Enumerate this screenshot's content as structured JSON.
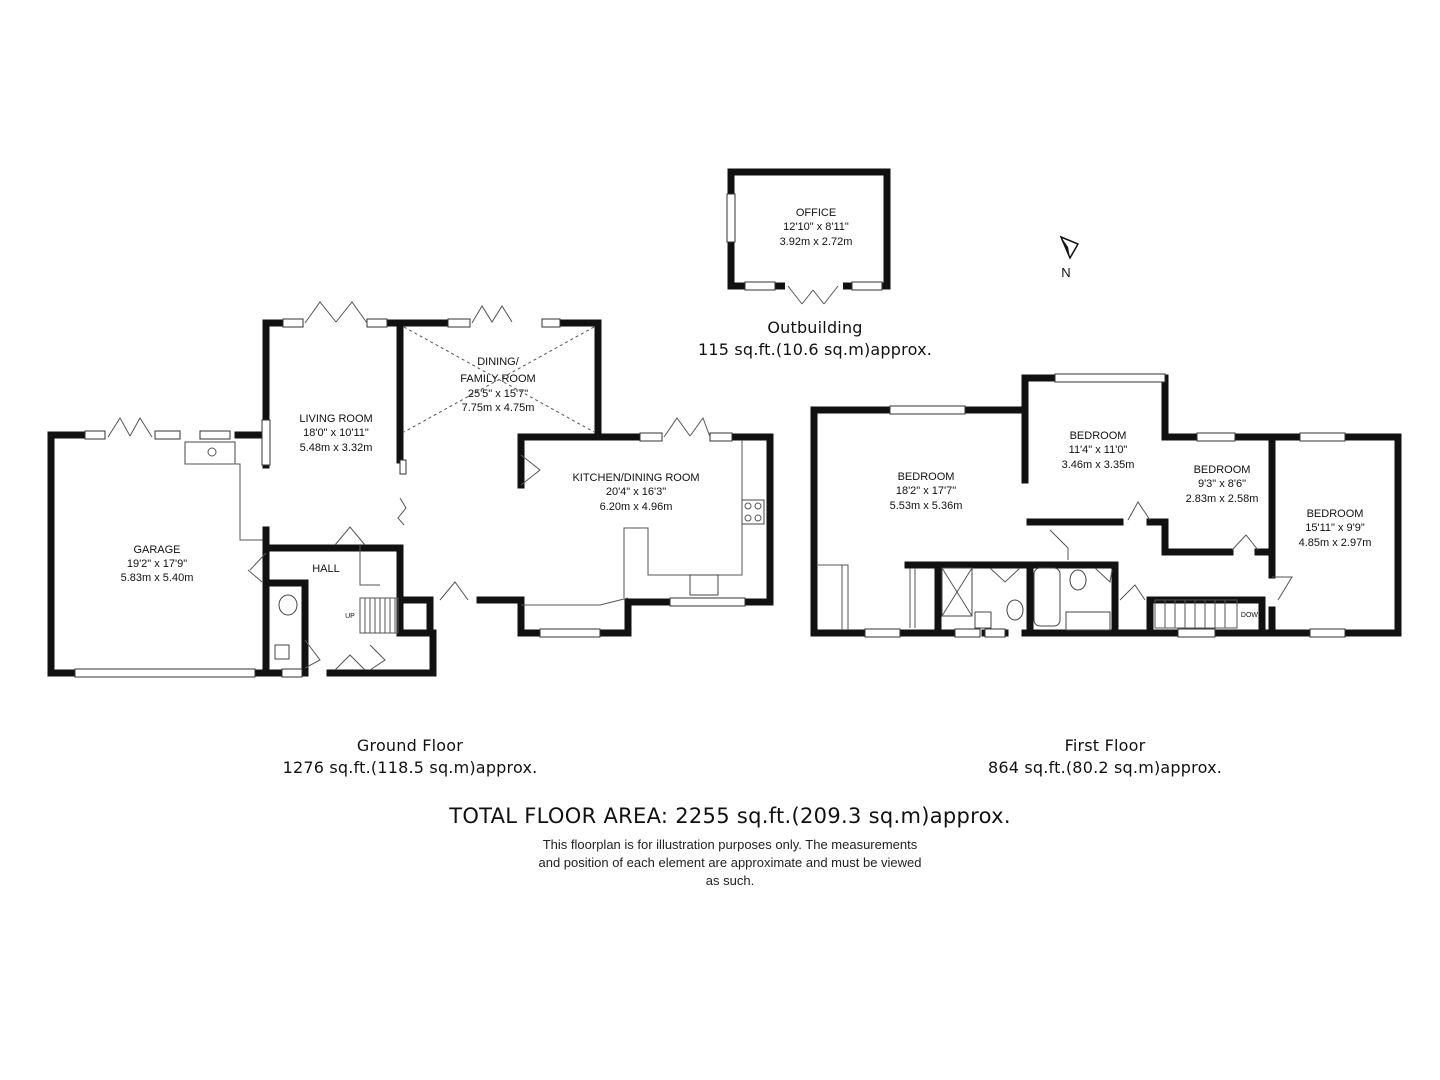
{
  "rooms": {
    "office": {
      "name": "OFFICE",
      "imperial": "12'10\" x 8'11\"",
      "metric": "3.92m x 2.72m"
    },
    "living": {
      "name": "LIVING ROOM",
      "imperial": "18'0\" x 10'11\"",
      "metric": "5.48m x 3.32m"
    },
    "dining_l1": "DINING/",
    "dining": {
      "name": "FAMILY ROOM",
      "imperial": "25'5\" x 15'7\"",
      "metric": "7.75m x 4.75m"
    },
    "kitchen": {
      "name": "KITCHEN/DINING ROOM",
      "imperial": "20'4\" x 16'3\"",
      "metric": "6.20m x 4.96m"
    },
    "garage": {
      "name": "GARAGE",
      "imperial": "19'2\" x 17'9\"",
      "metric": "5.83m x 5.40m"
    },
    "hall": {
      "name": "HALL"
    },
    "bed1": {
      "name": "BEDROOM",
      "imperial": "18'2\" x 17'7\"",
      "metric": "5.53m x 5.36m"
    },
    "bed2": {
      "name": "BEDROOM",
      "imperial": "11'4\" x 11'0\"",
      "metric": "3.46m x 3.35m"
    },
    "bed3": {
      "name": "BEDROOM",
      "imperial": "9'3\" x 8'6\"",
      "metric": "2.83m x 2.58m"
    },
    "bed4": {
      "name": "BEDROOM",
      "imperial": "15'11\" x 9'9\"",
      "metric": "4.85m x 2.97m"
    }
  },
  "stairs": {
    "up": "UP",
    "down": "DOWN"
  },
  "compass": {
    "label": "N"
  },
  "floors": {
    "outbuilding": {
      "name": "Outbuilding",
      "area": "115 sq.ft.(10.6 sq.m)approx."
    },
    "ground": {
      "name": "Ground Floor",
      "area": "1276 sq.ft.(118.5 sq.m)approx."
    },
    "first": {
      "name": "First Floor",
      "area": "864 sq.ft.(80.2 sq.m)approx."
    }
  },
  "total": "TOTAL FLOOR AREA: 2255 sq.ft.(209.3 sq.m)approx.",
  "disclaimer": {
    "line1": "This floorplan is for illustration purposes only. The measurements",
    "line2": "and position of each element are approximate and must be viewed",
    "line3": "as such."
  }
}
